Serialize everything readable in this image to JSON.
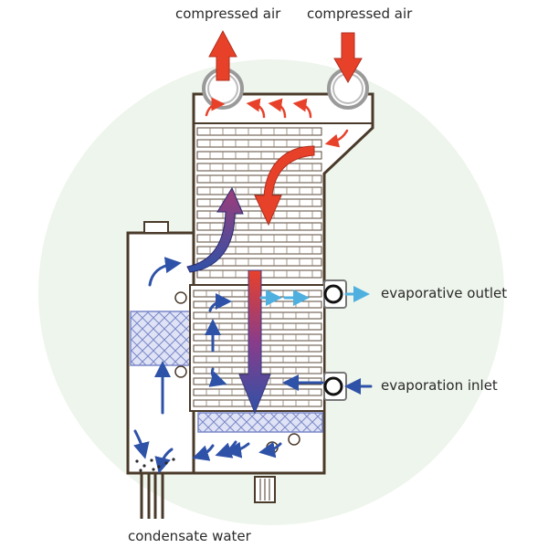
{
  "labels": {
    "air_out": "compressed air",
    "air_in": "compressed air",
    "evap_outlet": "evaporative outlet",
    "evap_inlet": "evaporation inlet",
    "condensate": "condensate water"
  },
  "colors": {
    "background_circle": "#eef5ec",
    "hot_arrow": "#e8412a",
    "cold_arrow": "#2e52a8",
    "light_arrow": "#4fb0e0",
    "outline": "#4a3a2a",
    "mesh": "#7a88c8"
  }
}
